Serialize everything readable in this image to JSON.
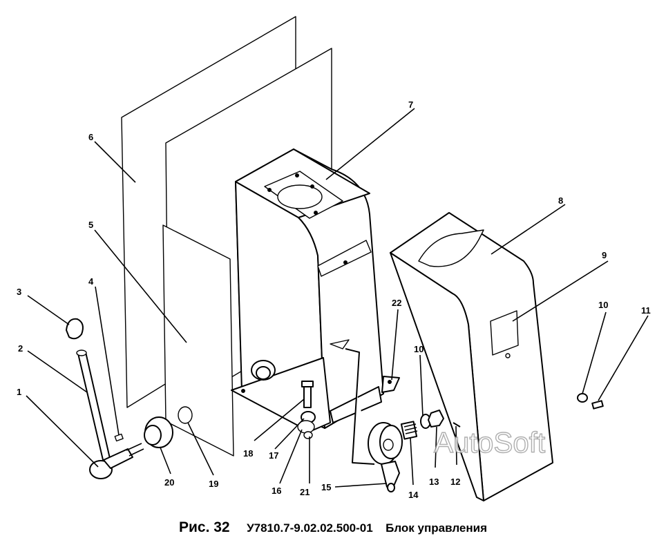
{
  "caption": {
    "figure_label": "Рис. 32",
    "document_code": "У7810.7-9.02.02.500-01",
    "title": "Блок управления"
  },
  "watermark": "AutoSoft",
  "callouts": [
    "1",
    "2",
    "3",
    "4",
    "5",
    "6",
    "7",
    "8",
    "9",
    "10",
    "11",
    "12",
    "13",
    "14",
    "15",
    "16",
    "17",
    "18",
    "19",
    "20",
    "21",
    "22"
  ]
}
